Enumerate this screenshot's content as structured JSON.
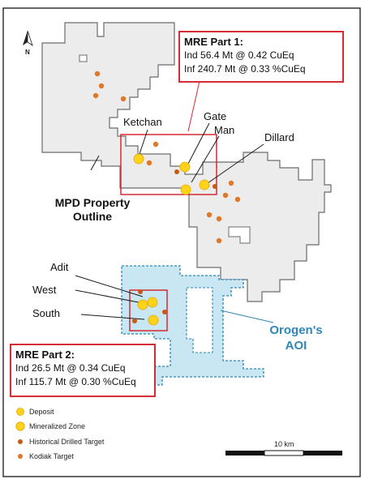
{
  "north_label": "N",
  "mre_part1": {
    "title": "MRE Part 1:",
    "line1": "Ind 56.4 Mt @ 0.42 CuEq",
    "line2": "Inf 240.7 Mt @ 0.33 %CuEq"
  },
  "mre_part2": {
    "title": "MRE Part 2:",
    "line1": "Ind 26.5 Mt @ 0.34 CuEq",
    "line2": "Inf 115.7 Mt @ 0.30 %CuEq"
  },
  "labels": {
    "ketchan": "Ketchan",
    "gate": "Gate",
    "man": "Man",
    "dillard": "Dillard",
    "mpd_line1": "MPD Property",
    "mpd_line2": "Outline",
    "adit": "Adit",
    "west": "West",
    "south": "South",
    "aoi_line1": "Orogen's",
    "aoi_line2": "AOI"
  },
  "legend": {
    "deposit": "Deposit",
    "mineralized_zone": "Mineralized Zone",
    "historical": "Historical Drilled Target",
    "kodiak": "Kodiak Target"
  },
  "scale_label": "10 km",
  "colors": {
    "property_fill": "#ececec",
    "property_stroke": "#6b6b6b",
    "aoi_fill": "#c9e6f3",
    "aoi_stroke": "#2f86b8",
    "box_red": "#d62a35",
    "deposit_yellow": "#ffd31a",
    "historical_orange": "#c75a12",
    "kodiak_orange": "#e0782a"
  }
}
